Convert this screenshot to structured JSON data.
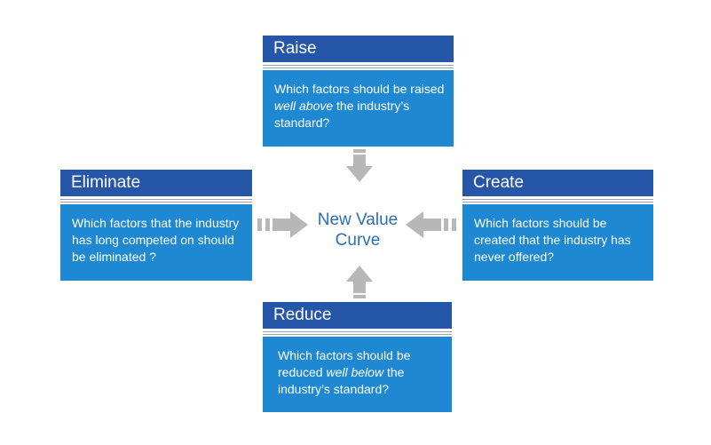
{
  "center": {
    "line1": "New Value",
    "line2": "Curve"
  },
  "cards": {
    "raise": {
      "title": "Raise",
      "pre": "Which factors should be raised ",
      "em": "well above",
      "post": " the industry’s standard?"
    },
    "eliminate": {
      "title": "Eliminate",
      "text": "Which factors that the industry has long competed on should be eliminated ?"
    },
    "create": {
      "title": "Create",
      "text": "Which factors should be created that the industry has never offered?"
    },
    "reduce": {
      "title": "Reduce",
      "pre": "Which factors should be reduced ",
      "em": "well below",
      "post": " the industry’s standard?"
    }
  },
  "colors": {
    "header": "#2656a8",
    "body": "#1e88d2",
    "arrow": "#b7b7b7",
    "center_text": "#2b6db5"
  }
}
